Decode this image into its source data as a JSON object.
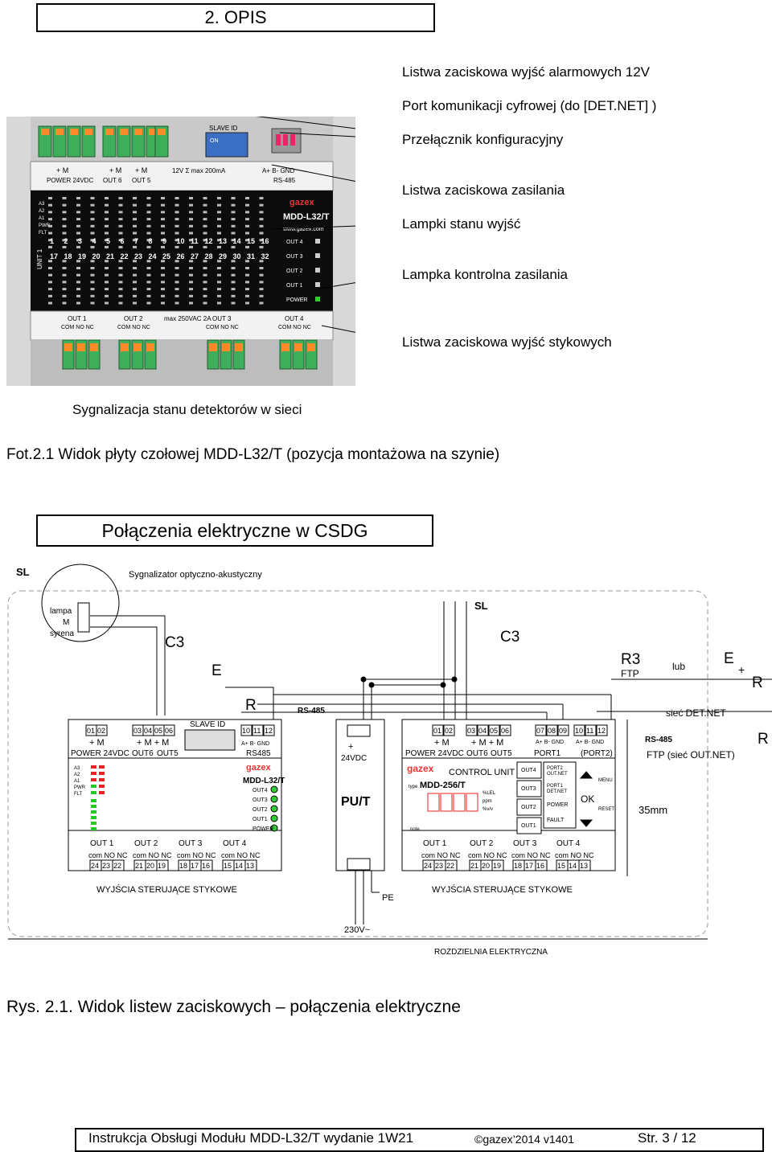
{
  "section_title": "2. OPIS",
  "photo": {
    "callouts": [
      "Listwa zaciskowa wyjść alarmowych 12V",
      "Port komunikacji cyfrowej (do [DET.NET] )",
      "Przełącznik konfiguracyjny",
      "Listwa zaciskowa zasilania",
      "Lampki stanu wyjść",
      "Lampka kontrolna zasilania",
      "Listwa zaciskowa wyjść stykowych"
    ],
    "bottom_callout": "Sygnalizacja stanu detektorów w sieci",
    "caption": "Fot.2.1 Widok płyty czołowej MDD-L32/T (pozycja montażowa na szynie)",
    "device": {
      "top_terminals": [
        "+ M",
        "+ M",
        "+ M"
      ],
      "top_labels": [
        "POWER 24VDC",
        "OUT 6",
        "OUT 5"
      ],
      "rating": "12V\nΣ max 200mA",
      "slave_id": "SLAVE ID",
      "switch_on": "ON",
      "rs485_terminals": "A+  B-  GND",
      "rs485": "RS-485",
      "brand": "gazex",
      "model": "MDD-L32/T",
      "web": "www.gazex.com",
      "row_labels": [
        "A3",
        "A2",
        "A1",
        "PWR",
        "FLT"
      ],
      "unit_label": "UNIT 1",
      "numbers_row1": [
        "1",
        "2",
        "3",
        "4",
        "5",
        "6",
        "7",
        "8",
        "9",
        "10",
        "11",
        "12",
        "13",
        "14",
        "15",
        "16"
      ],
      "numbers_row2": [
        "17",
        "18",
        "19",
        "20",
        "21",
        "22",
        "23",
        "24",
        "25",
        "26",
        "27",
        "28",
        "29",
        "30",
        "31",
        "32"
      ],
      "out_leds": [
        "OUT 4",
        "OUT 3",
        "OUT 2",
        "OUT 1",
        "POWER"
      ],
      "bottom_outs": [
        "OUT 1",
        "OUT 2",
        "OUT 3",
        "OUT 4"
      ],
      "bottom_terms": "COM  NO  NC",
      "max_rating": "max 250VAC\n2A"
    }
  },
  "diagram": {
    "title": "Połączenia elektryczne w CSDG",
    "sl_badge": "SL",
    "signaler": "Sygnalizator optyczno-akustyczny",
    "lamp_labels": [
      "lampa",
      "M",
      "syrena"
    ],
    "c3": "C3",
    "e": "E",
    "r": "R",
    "sl2": "SL",
    "c3b": "C3",
    "r3": "R3",
    "ftp": "FTP",
    "lub": "lub",
    "e2": "E",
    "plus": "+",
    "r2": "R",
    "rs485": "RS-485",
    "det_net": "sieć DET.NET",
    "r_right": "R",
    "module1": {
      "term_groups": [
        [
          "01",
          "02"
        ],
        [
          "03",
          "04",
          "05",
          "06"
        ]
      ],
      "term_signs": [
        "+ M",
        "+ M  + M"
      ],
      "labels": [
        "POWER 24VDC",
        "OUT6",
        "OUT5"
      ],
      "slave_id": "SLAVE ID",
      "rs_terms": [
        "10",
        "11",
        "12"
      ],
      "rs_signs": "A+  B-  GND",
      "rs_label": "RS485",
      "brand": "gazex",
      "model": "MDD-L32/T",
      "leds": [
        "A3",
        "A2",
        "A1",
        "PWR",
        "FLT"
      ],
      "out_leds": [
        "OUT4",
        "OUT3",
        "OUT2",
        "OUT1",
        "POWER"
      ],
      "outs": [
        "OUT 1",
        "OUT 2",
        "OUT 3",
        "OUT 4"
      ],
      "com": "com NO NC",
      "out_terms": [
        [
          "24",
          "23",
          "22"
        ],
        [
          "21",
          "20",
          "19"
        ],
        [
          "18",
          "17",
          "16"
        ],
        [
          "15",
          "14",
          "13"
        ]
      ]
    },
    "outputs_label": "WYJŚCIA STERUJĄCE STYKOWE",
    "psu": {
      "plus": "+",
      "v": "24VDC",
      "name": "PU/T"
    },
    "module2": {
      "term_groups": [
        [
          "01",
          "02"
        ],
        [
          "03",
          "04",
          "05",
          "06"
        ],
        [
          "07",
          "08",
          "09"
        ],
        [
          "10",
          "11",
          "12"
        ]
      ],
      "term_signs": [
        "+ M",
        "+ M  + M",
        "A+  B-  GND",
        "A+  B-  GND"
      ],
      "labels": [
        "POWER 24VDC",
        "OUT6",
        "OUT5",
        "PORT1",
        "(PORT2)"
      ],
      "brand": "gazex",
      "control_unit": "CONTROL UNIT",
      "type": "type",
      "model": "MDD-256/T",
      "units": [
        "%LEL",
        "ppm",
        "%v/v"
      ],
      "note": "note",
      "outs_col": [
        "OUT4",
        "OUT3",
        "OUT2",
        "OUT1"
      ],
      "port2": "PORT2\nOUT.NET",
      "port1": "PORT1\nDET.NET",
      "power": "POWER",
      "fault": "FAULT",
      "menu": "MENU",
      "ok": "OK",
      "reset": "RESET",
      "outs": [
        "OUT 1",
        "OUT 2",
        "OUT 3",
        "OUT 4"
      ],
      "com": "com NO NC",
      "out_terms": [
        [
          "24",
          "23",
          "22"
        ],
        [
          "21",
          "20",
          "19"
        ],
        [
          "18",
          "17",
          "16"
        ],
        [
          "15",
          "14",
          "13"
        ]
      ]
    },
    "rs485_right": "RS-485",
    "ftp_out": "FTP (sieć OUT.NET)",
    "mm35": "35mm",
    "pe": "PE",
    "v230": "230V~",
    "switchboard": "ROZDZIELNIA ELEKTRYCZNA",
    "caption": "Rys. 2.1. Widok listew zaciskowych – połączenia elektryczne"
  },
  "footer": {
    "title": "Instrukcja Obsługi Modułu  MDD-L32/T  wydanie 1W21",
    "copyright": "©gazex’2014 v1401",
    "page": "Str. 3 / 12"
  }
}
